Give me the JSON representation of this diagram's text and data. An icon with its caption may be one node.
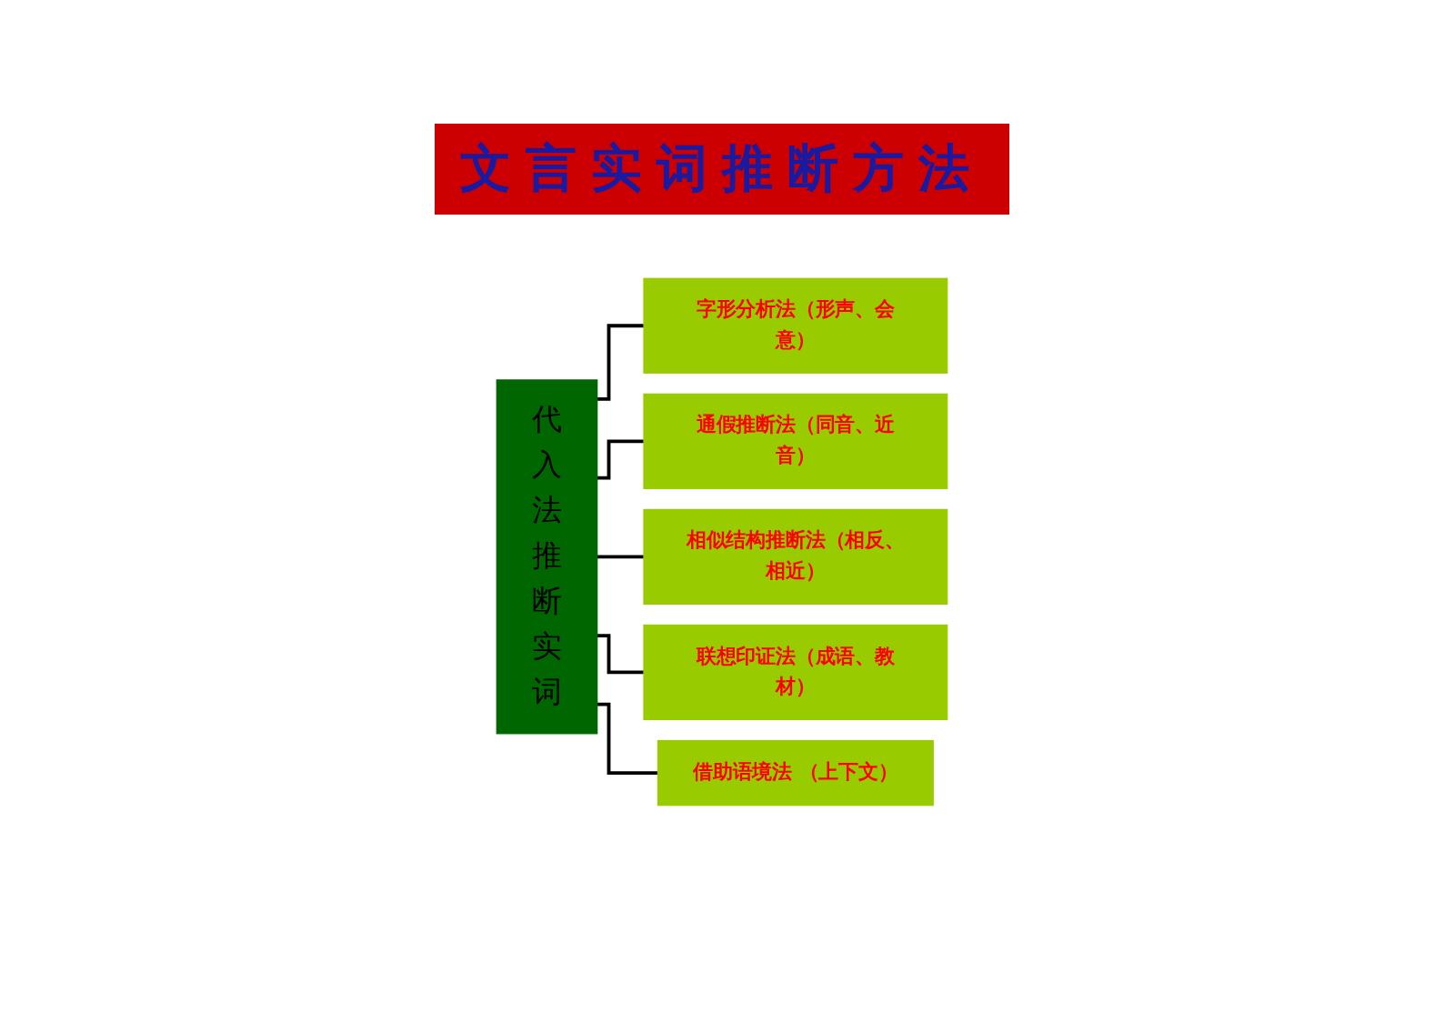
{
  "diagram": {
    "title": "文言实词推断方法",
    "nodes": [
      {
        "text": [
          "代入法推断实词"
        ]
      },
      {
        "text": [
          "字形分析法（形声、会意）"
        ]
      },
      {
        "text": [
          "通假推断法（同音、近音）"
        ]
      },
      {
        "text": [
          "相似结构推断法（相反、相近）"
        ]
      },
      {
        "text": [
          "联想印证法（成语、教材）"
        ]
      },
      {
        "text": [
          "借助语境法 （上下文）"
        ]
      }
    ],
    "edges": [
      {
        "from": 0,
        "to": 1,
        "arrow": "none"
      },
      {
        "from": 0,
        "to": 2,
        "arrow": "none"
      },
      {
        "from": 0,
        "to": 3,
        "arrow": "none"
      },
      {
        "from": 0,
        "to": 4,
        "arrow": "none"
      },
      {
        "from": 0,
        "to": 5,
        "arrow": "none"
      }
    ]
  }
}
